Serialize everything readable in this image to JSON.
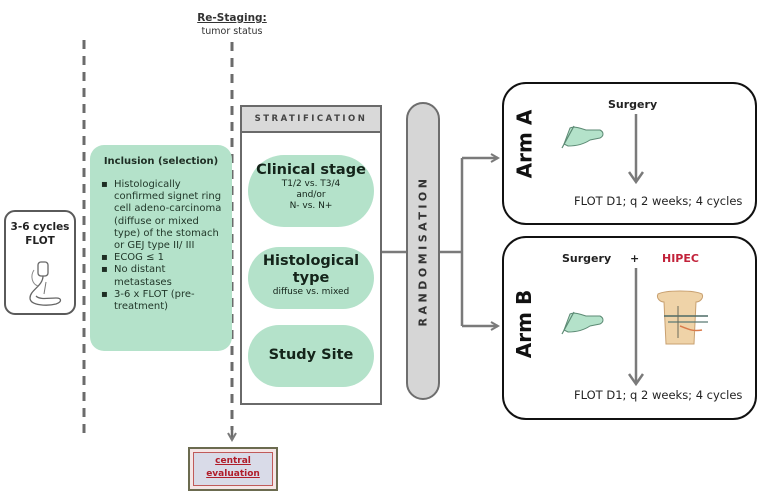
{
  "restaging": {
    "title": "Re-Staging:",
    "subtitle": "tumor status"
  },
  "pretreatment": {
    "title": "3-6 cycles FLOT",
    "icon": "iv-drip-icon"
  },
  "inclusion": {
    "title": "Inclusion (selection)",
    "criteria": [
      "Histologically confirmed signet ring cell adeno-carcinoma (diffuse or mixed type) of the stomach or GEJ type II/ III",
      "ECOG ≤ 1",
      "No distant metastases",
      "3-6 x FLOT (pre-treatment)"
    ]
  },
  "stratification": {
    "header": "STRATIFICATION",
    "factors": [
      {
        "title": "Clinical stage",
        "detail_lines": [
          "T1/2 vs. T3/4",
          "and/or",
          "N- vs. N+"
        ]
      },
      {
        "title": "Histological type",
        "detail_lines": [
          "diffuse vs. mixed"
        ]
      },
      {
        "title": "Study Site",
        "detail_lines": []
      }
    ]
  },
  "randomisation": {
    "label": "RANDOMISATION"
  },
  "arms": [
    {
      "label": "Arm A",
      "intervention": "Surgery",
      "followup": "FLOT D1; q 2 weeks; 4 cycles",
      "icons": [
        "surgery-hand-icon"
      ]
    },
    {
      "label": "Arm B",
      "intervention": "Surgery",
      "plus": "+",
      "addon": "HIPEC",
      "followup": "FLOT D1; q 2 weeks; 4 cycles",
      "icons": [
        "surgery-hand-icon",
        "hipec-abdomen-icon"
      ]
    }
  ],
  "central_evaluation": {
    "label": "central evaluation"
  },
  "colors": {
    "green_fill": "#b4e2ca",
    "gray_fill": "#d6d6d6",
    "hipec_red": "#c2223a",
    "arrow_gray": "#7a7a7a"
  }
}
